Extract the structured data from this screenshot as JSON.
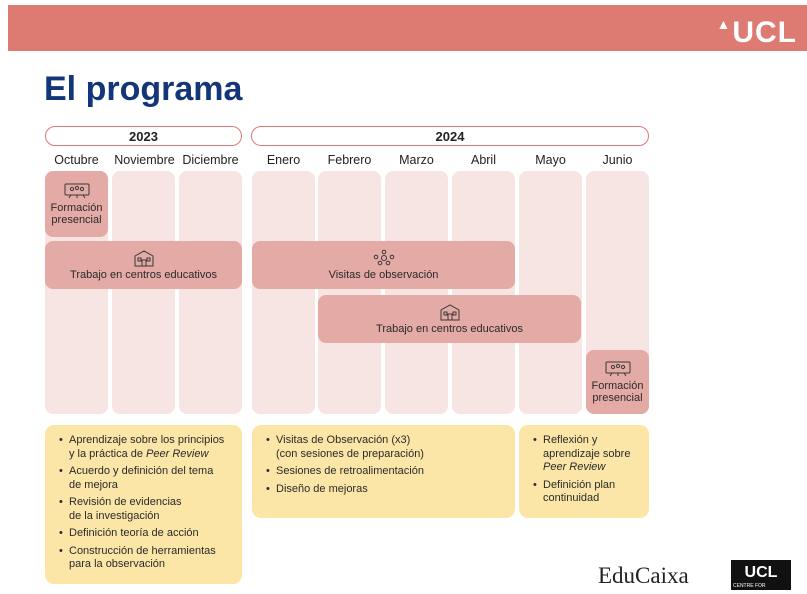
{
  "header": {
    "logo": "UCL"
  },
  "title": "El programa",
  "years": [
    "2023",
    "2024"
  ],
  "months": [
    "Octubre",
    "Noviembre",
    "Diciembre",
    "Enero",
    "Febrero",
    "Marzo",
    "Abril",
    "Mayo",
    "Junio"
  ],
  "bars": {
    "formacion_oct": "Formación presencial",
    "trabajo_2023": "Trabajo en centros educativos",
    "visitas": "Visitas de observación",
    "trabajo_2024": "Trabajo en centros educativos",
    "formacion_jun": "Formación presencial"
  },
  "boxes": {
    "box1": [
      {
        "line1": "Aprendizaje sobre los principios",
        "line2a": "y la práctica de ",
        "line2b": "Peer Review"
      },
      {
        "line1": "Acuerdo y definición del tema",
        "line2": "de mejora"
      },
      {
        "line1": "Revisión de evidencias",
        "line2": "de la investigación"
      },
      {
        "line1": "Definición teoría de acción"
      },
      {
        "line1": "Construcción de herramientas",
        "line2": "para la observación"
      }
    ],
    "box2": [
      {
        "line1": "Visitas de Observación (x3)",
        "line2": "(con sesiones de preparación)"
      },
      {
        "line1": "Sesiones de retroalimentación"
      },
      {
        "line1": "Diseño de mejoras"
      }
    ],
    "box3": [
      {
        "line1": "Reflexión y",
        "line2": "aprendizaje sobre",
        "line3": "Peer Review"
      },
      {
        "line1": "Definición plan",
        "line2": "continuidad"
      }
    ]
  },
  "footer": {
    "educaixa": "EduCaixa",
    "ucl": "UCL",
    "ucl_sub": "CENTRE FOR"
  },
  "colors": {
    "accent": "#dd7a72",
    "title": "#13357a",
    "column_bg": "#f7e5e4",
    "bar": "#e4aaa6",
    "box": "#fbe6a8"
  },
  "icons": {
    "classroom": "classroom-icon",
    "school": "school-building-icon",
    "people": "group-observation-icon"
  }
}
